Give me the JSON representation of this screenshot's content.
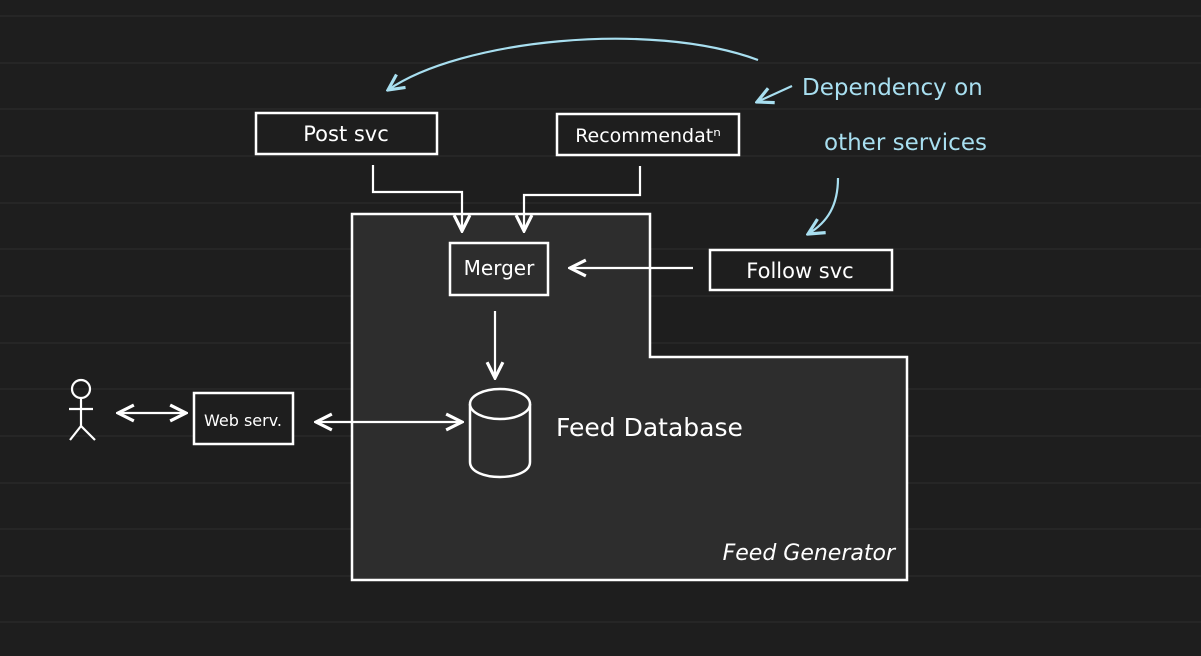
{
  "nodes": {
    "post_svc": "Post svc",
    "recommendation": "Recommendatⁿ",
    "merger": "Merger",
    "follow_svc": "Follow svc",
    "web_server": "Web serv.",
    "feed_database": "Feed Database",
    "feed_generator": "Feed Generator"
  },
  "annotations": {
    "line1": "Dependency on",
    "line2": "other services"
  },
  "colors": {
    "background": "#1e1e1e",
    "ruled_lines": "#2c2c2c",
    "ink": "#ffffff",
    "annotation": "#a8dff0",
    "container_fill": "#2d2d2d"
  }
}
